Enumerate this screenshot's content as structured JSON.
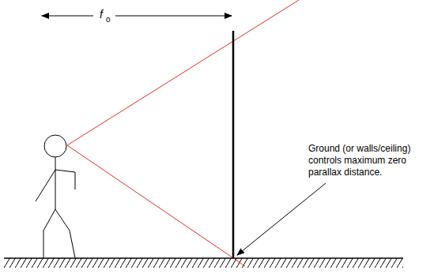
{
  "diagram": {
    "labels": [
      "f",
      "o",
      "Ground (or walls/ceiling) controls maximum zero parallax distance."
    ]
  }
}
